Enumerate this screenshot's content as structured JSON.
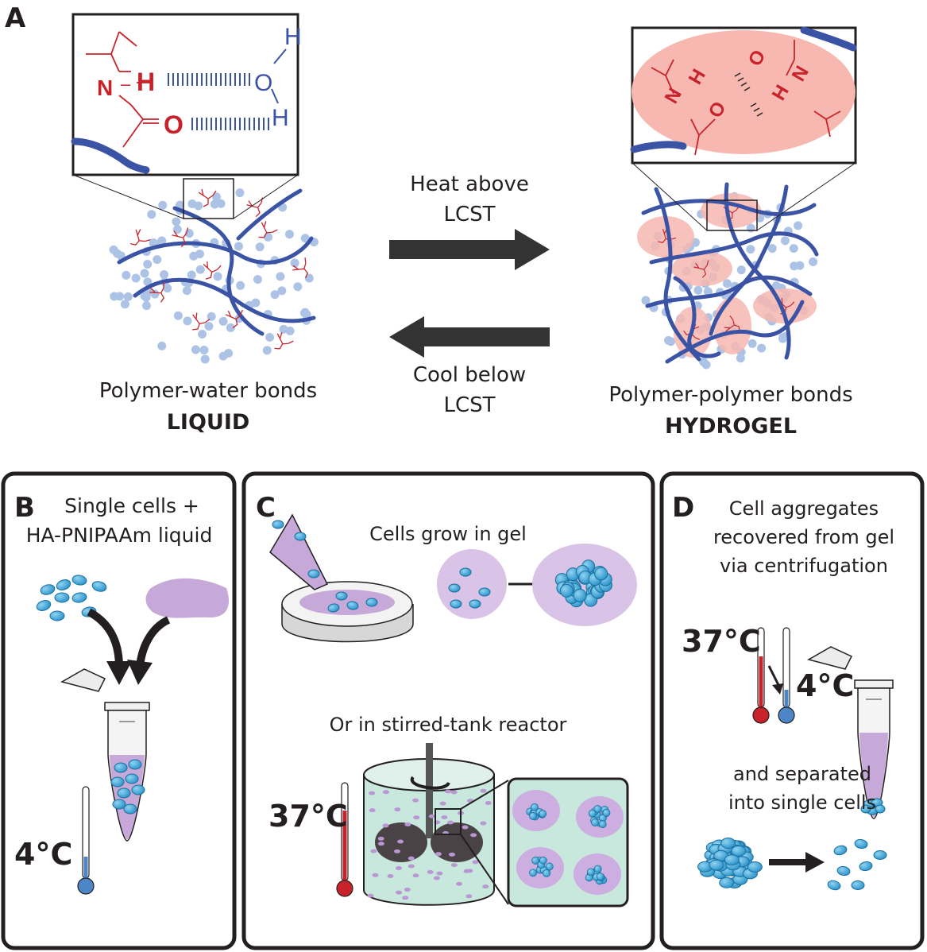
{
  "panel_a": {
    "letter": "A",
    "heat_arrow": {
      "line1": "Heat above",
      "line2": "LCST"
    },
    "cool_arrow": {
      "line1": "Cool below",
      "line2": "LCST"
    },
    "left_state": {
      "caption": "Polymer-water bonds",
      "label": "LIQUID"
    },
    "right_state": {
      "caption": "Polymer-polymer bonds",
      "label": "HYDROGEL"
    },
    "left_inset": {
      "n": "N",
      "h_amide": "H",
      "o_carbonyl": "O",
      "o_water": "O",
      "h_water_top": "H",
      "h_water_bottom": "H",
      "bond_dash": "–"
    },
    "right_inset": {
      "n": "N",
      "h": "H",
      "o": "O"
    }
  },
  "panel_b": {
    "letter": "B",
    "title_line1": "Single cells +",
    "title_line2": "HA-PNIPAAm liquid",
    "temperature": "4°C"
  },
  "panel_c": {
    "letter": "C",
    "top_label": "Cells grow in gel",
    "bottom_label": "Or in stirred-tank reactor",
    "temperature": "37°C"
  },
  "panel_d": {
    "letter": "D",
    "title_line1": "Cell aggregates",
    "title_line2": "recovered from gel",
    "title_line3": "via centrifugation",
    "temp_high": "37°C",
    "temp_low": "4°C",
    "sub_line1": "and separated",
    "sub_line2": "into single cells"
  },
  "colors": {
    "polymer_chain": "#3b53a4",
    "water_dot": "#adc3e6",
    "chem_red": "#c8232b",
    "gel_pink": "#f6b8b0",
    "gel_purple": "#c7a9d9",
    "cell_blue": "#3aa7dc",
    "thermo_red": "#c8232b",
    "thermo_blue": "#4d86c6",
    "arrow_gray": "#333333"
  }
}
